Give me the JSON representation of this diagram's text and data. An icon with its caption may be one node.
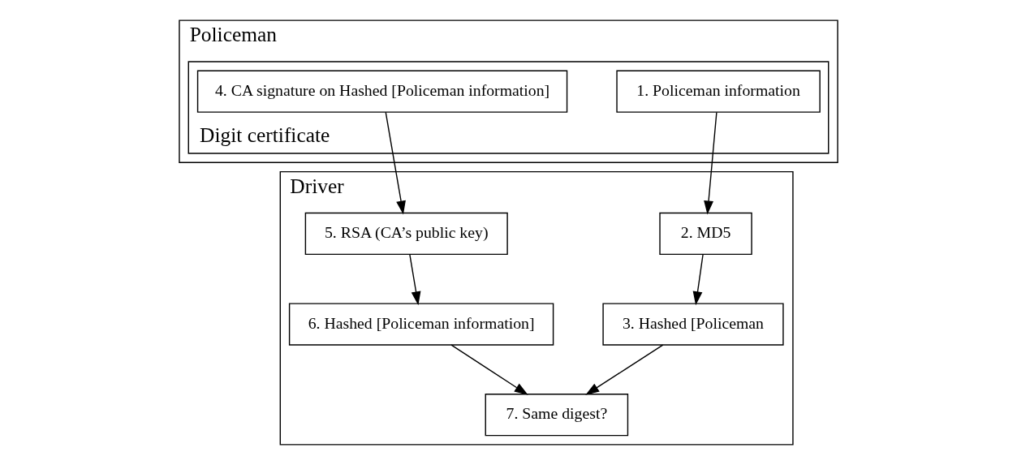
{
  "diagram": {
    "nodes": [
      {
        "text": [
          "Driver"
        ]
      },
      {
        "text": [
          "Policeman"
        ]
      },
      {
        "text": [
          "Digit certificate"
        ],
        "in": 1
      },
      {
        "text": [
          "2. MD5"
        ],
        "in": 0
      },
      {
        "text": [
          "3. Hashed [Policeman"
        ],
        "in": 0
      },
      {
        "text": [
          "5. RSA (CA’s public key)"
        ],
        "in": 0
      },
      {
        "text": [
          "7. Same digest?"
        ],
        "in": 0
      },
      {
        "text": [
          "6. Hashed [Policeman information]"
        ],
        "in": 0
      },
      {
        "text": [
          "1. Policeman information"
        ],
        "in": 2
      },
      {
        "text": [
          "4. CA signature on Hashed [Policeman information]"
        ],
        "in": 2
      }
    ],
    "edges": [
      {
        "from": 8,
        "to": 3,
        "arrow": "to"
      },
      {
        "from": 3,
        "to": 4,
        "arrow": "to"
      },
      {
        "from": 9,
        "to": 5,
        "arrow": "to"
      },
      {
        "from": 4,
        "to": 6,
        "arrow": "to"
      },
      {
        "from": 5,
        "to": 7,
        "arrow": "to"
      },
      {
        "from": 7,
        "to": 6,
        "arrow": "to"
      }
    ]
  }
}
